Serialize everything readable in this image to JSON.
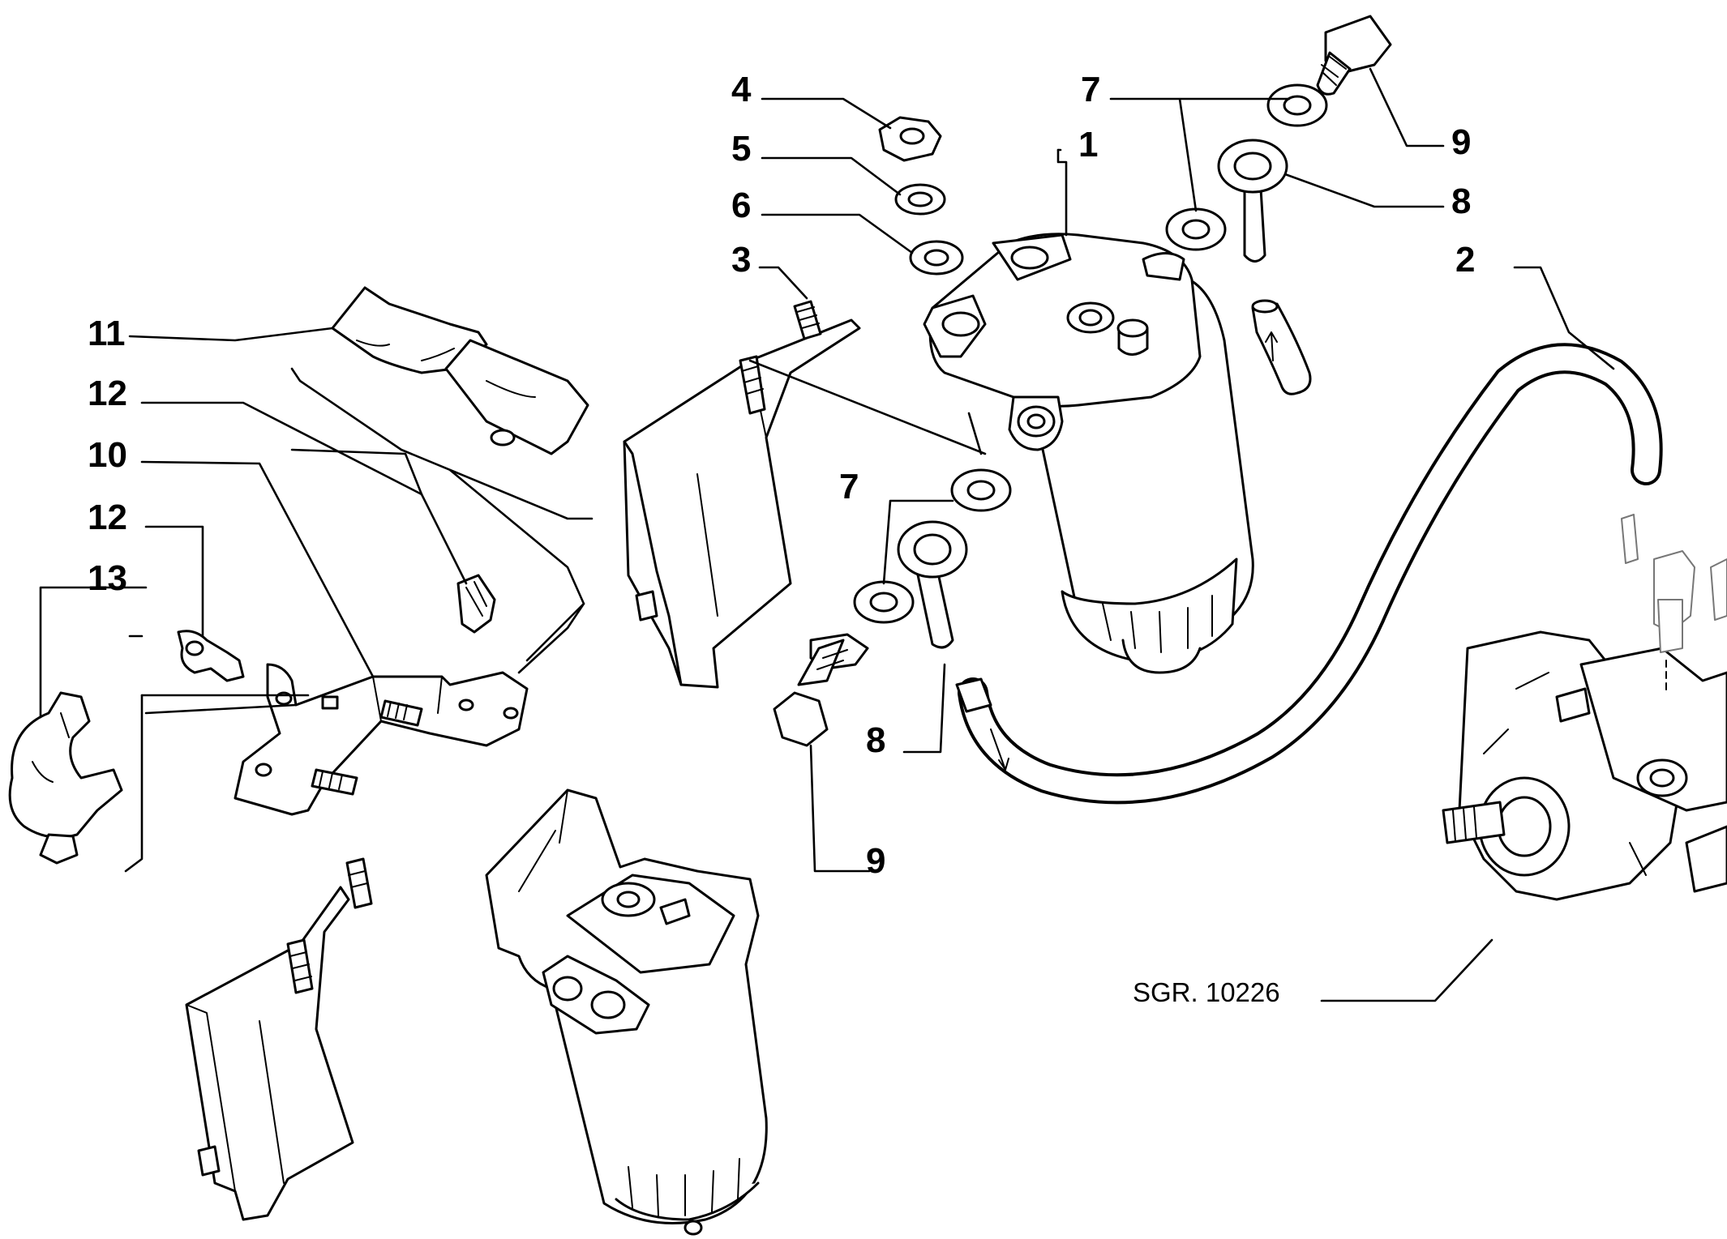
{
  "callouts": {
    "c1": "1",
    "c2": "2",
    "c3": "3",
    "c4": "4",
    "c5": "5",
    "c6": "6",
    "c7a": "7",
    "c7b": "7",
    "c8a": "8",
    "c8b": "8",
    "c9a": "9",
    "c9b": "9",
    "c10": "10",
    "c11": "11",
    "c12a": "12",
    "c12b": "12",
    "c13": "13"
  },
  "reference": "SGR. 10226"
}
